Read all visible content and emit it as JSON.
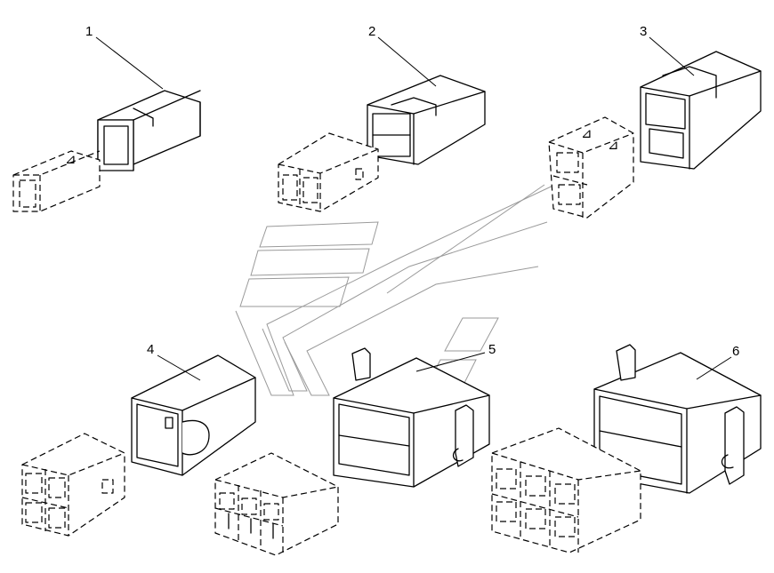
{
  "callouts": [
    {
      "id": "1",
      "text": "1"
    },
    {
      "id": "2",
      "text": "2"
    },
    {
      "id": "3",
      "text": "3"
    },
    {
      "id": "4",
      "text": "4"
    },
    {
      "id": "5",
      "text": "5"
    },
    {
      "id": "6",
      "text": "6"
    }
  ],
  "colors": {
    "line": "#000000",
    "background": "#ffffff",
    "watermark": "#9a9a9a"
  }
}
